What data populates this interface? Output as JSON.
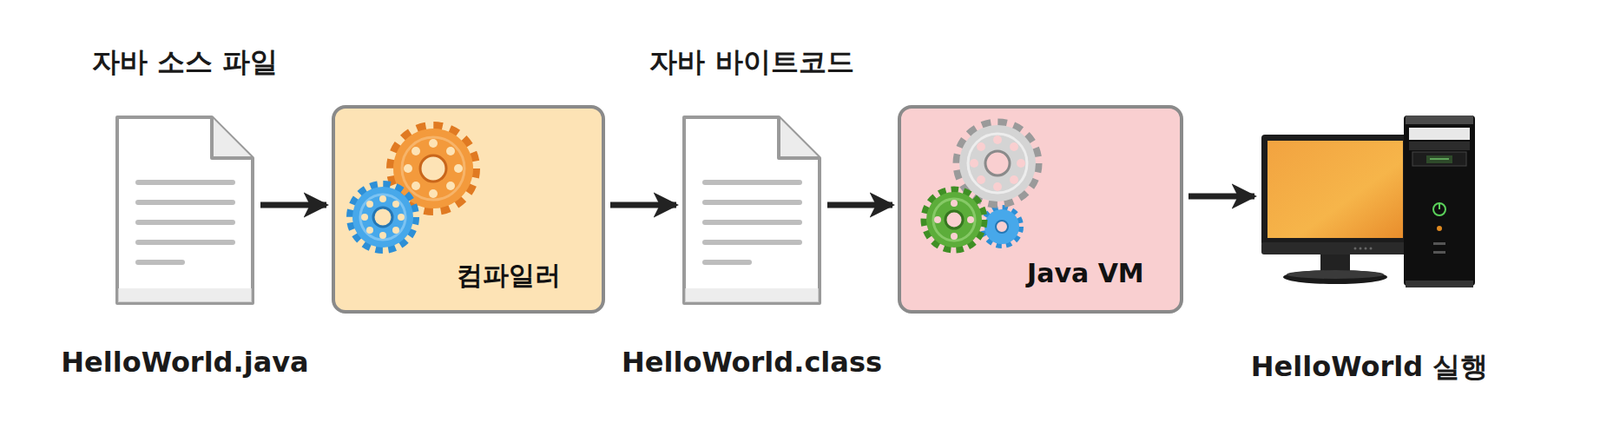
{
  "diagram": {
    "nodes": [
      {
        "text": [
          "자바 소스 파일",
          "HelloWorld.java"
        ]
      },
      {
        "text": [
          "컴파일러"
        ]
      },
      {
        "text": [
          "자바 바이트코드",
          "HelloWorld.class"
        ]
      },
      {
        "text": [
          "Java VM"
        ]
      },
      {
        "text": [
          "HelloWorld 실행"
        ]
      }
    ],
    "edges": [
      {
        "from": 0,
        "to": 1,
        "arrow": "to"
      },
      {
        "from": 1,
        "to": 2,
        "arrow": "to"
      },
      {
        "from": 2,
        "to": 3,
        "arrow": "to"
      },
      {
        "from": 3,
        "to": 4,
        "arrow": "to"
      }
    ]
  }
}
